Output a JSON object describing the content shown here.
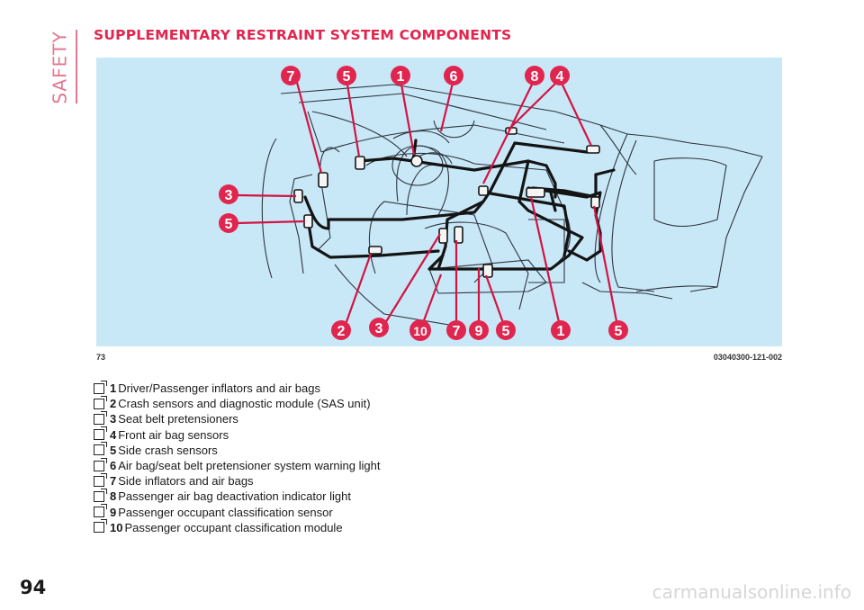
{
  "section": "SAFETY",
  "title": "SUPPLEMENTARY RESTRAINT SYSTEM COMPONENTS",
  "figure": {
    "number": "73",
    "code": "03040300-121-002",
    "callouts": [
      "7",
      "5",
      "1",
      "6",
      "8",
      "4",
      "3",
      "5",
      "2",
      "3",
      "10",
      "7",
      "9",
      "5",
      "1",
      "5"
    ]
  },
  "legend": [
    {
      "num": "1",
      "text": "Driver/Passenger inflators and air bags"
    },
    {
      "num": "2",
      "text": "Crash sensors and diagnostic module (SAS unit)"
    },
    {
      "num": "3",
      "text": "Seat belt pretensioners"
    },
    {
      "num": "4",
      "text": "Front air bag sensors"
    },
    {
      "num": "5",
      "text": "Side crash sensors"
    },
    {
      "num": "6",
      "text": "Air bag/seat belt pretensioner system warning light"
    },
    {
      "num": "7",
      "text": "Side inflators and air bags"
    },
    {
      "num": "8",
      "text": "Passenger air bag deactivation indicator light"
    },
    {
      "num": "9",
      "text": "Passenger occupant classification sensor"
    },
    {
      "num": "10",
      "text": "Passenger occupant classification module"
    }
  ],
  "page_number": "94",
  "watermark": "carmanualsonline.info",
  "colors": {
    "accent": "#e0264f",
    "figure_bg": "#c9e8f7",
    "section": "#e0788f"
  }
}
